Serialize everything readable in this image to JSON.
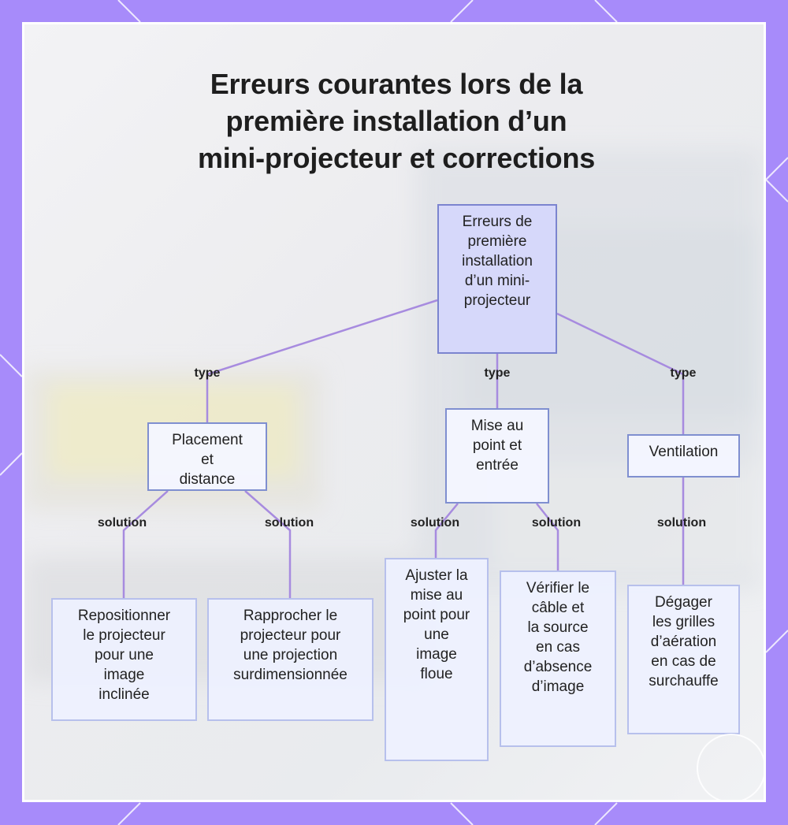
{
  "title": {
    "line1": "Erreurs courantes lors de la",
    "line2": "première installation d’un",
    "line3": "mini-projecteur et corrections"
  },
  "root": {
    "label": "Erreurs de\npremière\ninstallation\nd’un mini-\nprojecteur"
  },
  "categories": [
    {
      "label": "Placement\net\ndistance",
      "edge_label": "type"
    },
    {
      "label": "Mise au\npoint et\nentrée",
      "edge_label": "type"
    },
    {
      "label": "Ventilation",
      "edge_label": "type"
    }
  ],
  "solutions": [
    {
      "label": "Repositionner\nle projecteur\npour une\nimage\ninclinée",
      "edge_label": "solution"
    },
    {
      "label": "Rapprocher le\nprojecteur pour\nune projection\nsurdimensionnée",
      "edge_label": "solution"
    },
    {
      "label": "Ajuster la\nmise au\npoint pour\nune\nimage\nfloue",
      "edge_label": "solution"
    },
    {
      "label": "Vérifier le\ncâble et\nla source\nen cas\nd’absence\nd’image",
      "edge_label": "solution"
    },
    {
      "label": "Dégager\nles grilles\nd’aération\nen cas de\nsurchauffe",
      "edge_label": "solution"
    }
  ],
  "colors": {
    "frame": "#a78bfa",
    "connector": "#a78bdf",
    "root_fill": "#d6d8fa",
    "node_border": "#8f9ad8"
  }
}
